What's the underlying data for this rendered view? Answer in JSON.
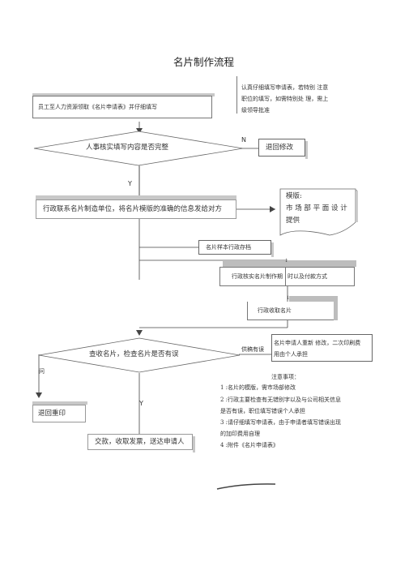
{
  "title": "名片制作流程",
  "steps": {
    "apply": "员工至人力资源领取《名片申请表》并仔细填写",
    "apply_note": [
      "认真仔细填写申请表，若特别 注意",
      "职位的填写，如需特别处 理，需上",
      "级领导批准"
    ],
    "hr_check": "人事核实填写内容是否完整",
    "n_label": "N",
    "return_edit": "退回修改",
    "y_label": "Y",
    "admin_contact": "行政联系名片制造单位，将名片模版的准确的信息发给对方",
    "template_note": [
      "模版:",
      "市 场 部 平 面 设 计",
      "提供"
    ],
    "sample_archive": "名片样本行政存档",
    "admin_verify_a": "行政核实名片制作期",
    "admin_verify_b": "时以及付款方式",
    "marker_1": "↓",
    "admin_receive": "行政收取名片",
    "marker_2": "↓",
    "check_cards": "查收名片，检查名片是否有误",
    "wrong_label": "供稿有误",
    "stray_char": "问",
    "reapply_note": [
      "名片申请人重新 修改，二次印刷费",
      "用由个人承担"
    ],
    "return_reprint": "退回重印",
    "y_label_2": "Y",
    "deliver": "交款，收取发票，送达申请人"
  },
  "notes": {
    "heading": "注意事项：",
    "items": [
      "1 :名片的模版，需市场部修改",
      "2 :行政主要检查有无错别字以及与公司相关信息",
      "   是否有误，职位填写错误个人承担",
      "3 :请仔细填写申请表，由于申请者填写错误出现",
      "   的加印费用自理",
      "4 :附件《名片申请表》"
    ]
  }
}
